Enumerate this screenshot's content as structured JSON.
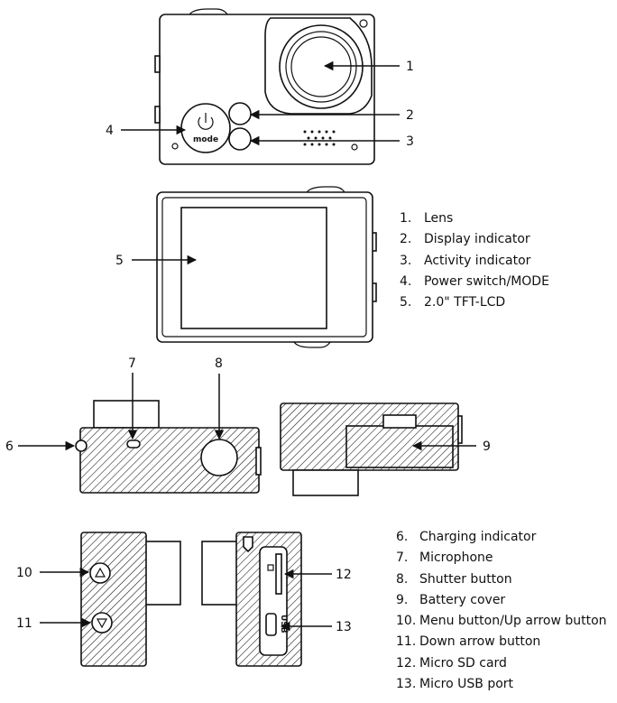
{
  "device_button_label": "mode",
  "callouts": [
    "1",
    "2",
    "3",
    "4",
    "5",
    "6",
    "7",
    "8",
    "9",
    "10",
    "11",
    "12",
    "13"
  ],
  "legend_top": [
    {
      "num": "1.",
      "label": "Lens"
    },
    {
      "num": "2.",
      "label": "Display indicator"
    },
    {
      "num": "3.",
      "label": "Activity indicator"
    },
    {
      "num": "4.",
      "label": "Power switch/MODE"
    },
    {
      "num": "5.",
      "label": "2.0\" TFT-LCD"
    }
  ],
  "legend_bottom": [
    {
      "num": "6.",
      "label": "Charging indicator"
    },
    {
      "num": "7.",
      "label": "Microphone"
    },
    {
      "num": "8.",
      "label": "Shutter button"
    },
    {
      "num": "9.",
      "label": "Battery cover"
    },
    {
      "num": "10.",
      "label": "Menu button/Up arrow button"
    },
    {
      "num": "11.",
      "label": "Down arrow button"
    },
    {
      "num": "12.",
      "label": "Micro SD card"
    },
    {
      "num": "13.",
      "label": "Micro USB port"
    }
  ],
  "usb_port_label": "USB"
}
